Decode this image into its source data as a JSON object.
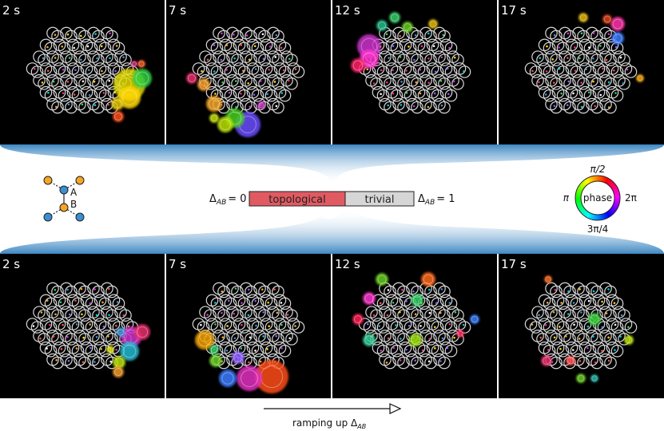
{
  "top_row": {
    "frames": [
      {
        "time": "2 s"
      },
      {
        "time": "7 s"
      },
      {
        "time": "12 s"
      },
      {
        "time": "17 s"
      }
    ]
  },
  "bottom_row": {
    "frames": [
      {
        "time": "2 s"
      },
      {
        "time": "7 s"
      },
      {
        "time": "12 s"
      },
      {
        "time": "17 s"
      }
    ]
  },
  "lattice_inset": {
    "site_a": "A",
    "site_b": "B",
    "colors": {
      "outer": "#f5a623",
      "inner": "#3b8fd0"
    }
  },
  "parameter_bar": {
    "left_label": "Δ_AB = 0",
    "left_symbol": "Δ",
    "left_sub": "AB",
    "left_value": "= 0",
    "right_symbol": "Δ",
    "right_sub": "AB",
    "right_value": "= 1",
    "topological_label": "topological",
    "trivial_label": "trivial",
    "colors": {
      "topological": "#e05a62",
      "trivial": "#d6d6d6"
    }
  },
  "phase_legend": {
    "center_label": "phase",
    "top": "π/2",
    "left": "π",
    "right": "2π",
    "bottom": "3π/4"
  },
  "arrow_caption": {
    "text": "ramping up Δ",
    "sub": "AB"
  },
  "colors": {
    "panel_background": "#000000",
    "fan": "#4a8fc4"
  }
}
